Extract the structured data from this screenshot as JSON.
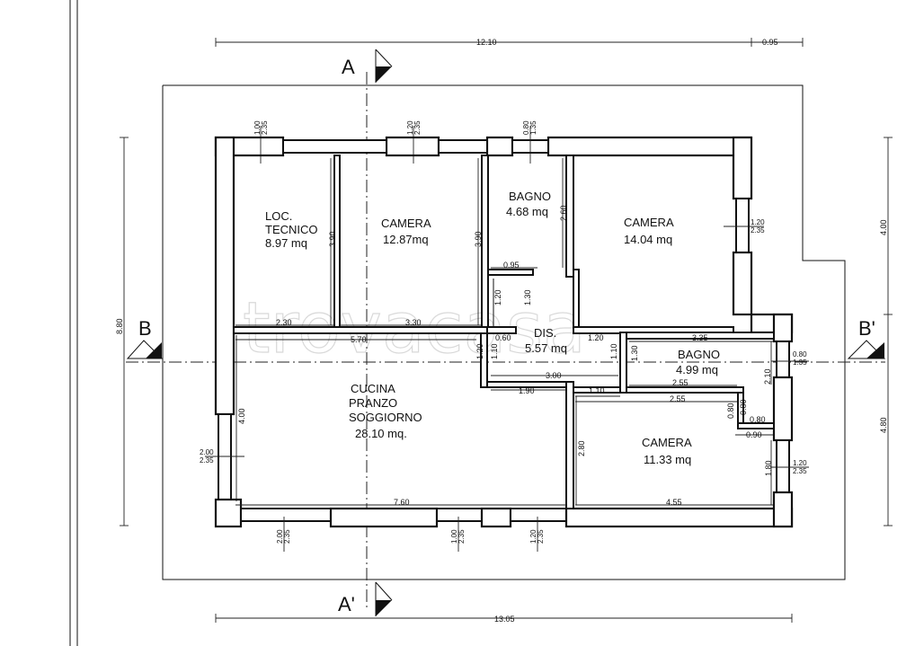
{
  "rooms": {
    "loc_tecnico": {
      "line1": "LOC.",
      "line2": "TECNICO",
      "area": "8.97 mq"
    },
    "camera1": {
      "name": "CAMERA",
      "area": "12.87mq"
    },
    "bagno1": {
      "name": "BAGNO",
      "area": "4.68 mq"
    },
    "camera2": {
      "name": "CAMERA",
      "area": "14.04 mq"
    },
    "dis": {
      "name": "DIS.",
      "area": "5.57 mq"
    },
    "bagno2": {
      "name": "BAGNO",
      "area": "4.99 mq"
    },
    "cucina": {
      "line1": "CUCINA",
      "line2": "PRANZO",
      "line3": "SOGGIORNO",
      "area": "28.10 mq."
    },
    "camera3": {
      "name": "CAMERA",
      "area": "11.33 mq"
    }
  },
  "sections": {
    "a_top": "A",
    "a_bottom": "A'",
    "b_left": "B",
    "b_right": "B'"
  },
  "dimensions": {
    "top_total": "12.10",
    "top_extra": "0.95",
    "bottom_total": "13.05",
    "left_total": "8.80",
    "right_upper": "4.00",
    "right_lower": "4.80",
    "loc_w": "2.30",
    "loc_h": "3.90",
    "cam1_w": "3.30",
    "cam1_h": "3.90",
    "bagno1_w": "0.95",
    "bagno1_h": "2.60",
    "span_570": "5.70",
    "dis_060": "0.60",
    "dis_120a": "1.20",
    "dis_130": "1.30",
    "dis_120b": "1.20",
    "dis_110a": "1.10",
    "dis_300": "3.00",
    "dis_190": "1.90",
    "dis_110b": "1.10",
    "dis_110c": "1.10",
    "dis_120c": "1.20",
    "dis_130b": "1.30",
    "bagno2_w": "3.35",
    "bagno2_255a": "2.55",
    "bagno2_255b": "2.55",
    "bagno2_210": "2.10",
    "bagno2_080a": "0.80",
    "bagno2_080b": "0.80",
    "bagno2_080c": "0.80",
    "bagno2_090": "0.90",
    "cucina_h": "4.00",
    "cucina_w": "7.60",
    "cam3_h": "2.80",
    "cam3_w": "4.55",
    "cam3_180": "1.80",
    "win_loc_a": "1.00",
    "win_loc_b": "2.35",
    "win_cam1_a": "1.20",
    "win_cam1_b": "2.35",
    "win_bag1_a": "0.80",
    "win_bag1_b": "1.35",
    "win_cam2_a": "1.20",
    "win_cam2_b": "2.35",
    "win_bag2_a": "0.80",
    "win_bag2_b": "1.35",
    "win_cam3_a": "1.20",
    "win_cam3_b": "2.35",
    "win_cuc_l_a": "2.00",
    "win_cuc_l_b": "2.35",
    "win_cuc_b1_a": "2.00",
    "win_cuc_b1_b": "2.35",
    "win_cuc_b2_a": "1.00",
    "win_cuc_b2_b": "2.35",
    "win_cuc_b3_a": "1.20",
    "win_cuc_b3_b": "2.35"
  },
  "watermark": "trovacasa"
}
